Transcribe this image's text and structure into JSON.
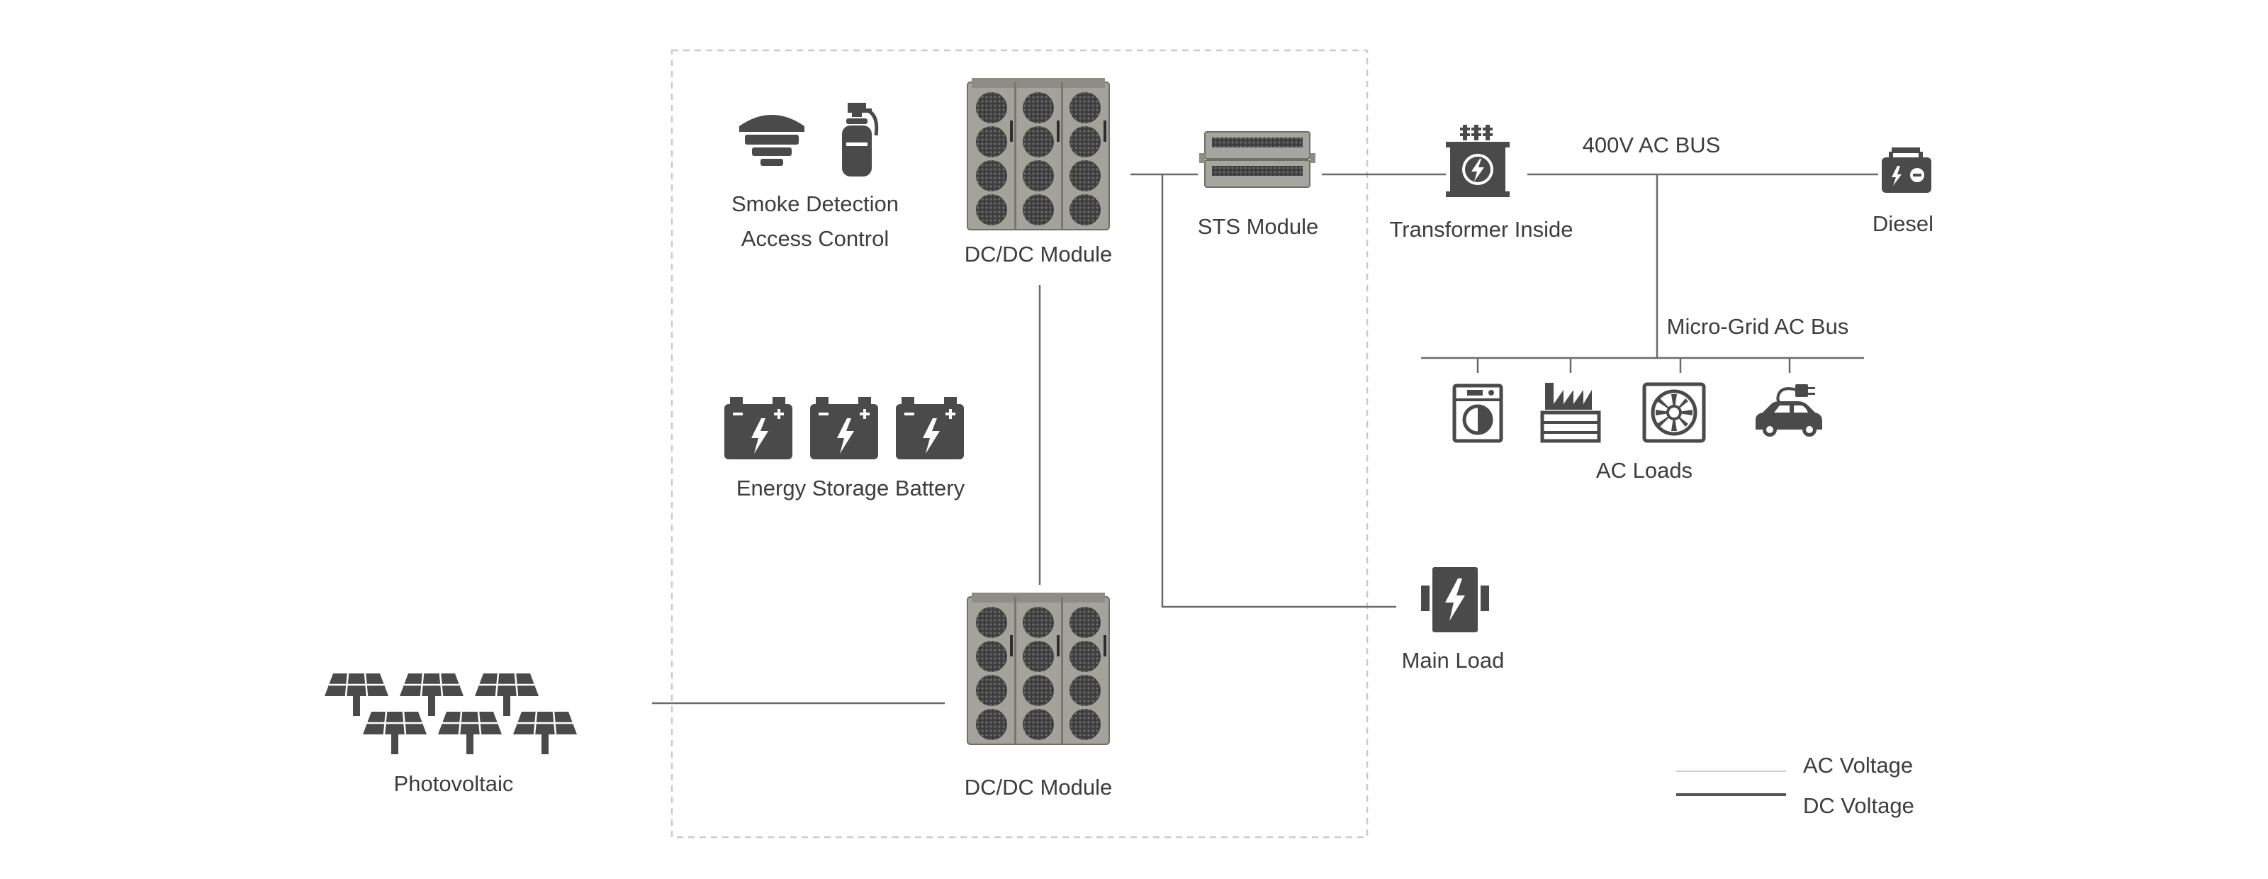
{
  "labels": {
    "smoke_detection": "Smoke Detection",
    "access_control": "Access Control",
    "dcdc_top": "DC/DC Module",
    "sts_module": "STS  Module",
    "transformer": "Transformer Inside",
    "ac_bus": "400V AC BUS",
    "diesel": "Diesel",
    "micro_grid": "Micro-Grid AC Bus",
    "ac_loads": "AC  Loads",
    "energy_storage": "Energy Storage Battery",
    "main_load": "Main Load",
    "dcdc_bottom": "DC/DC Module",
    "photovoltaic": "Photovoltaic"
  },
  "legend": {
    "ac": "AC Voltage",
    "dc": "DC Voltage"
  },
  "colors": {
    "icon": "#4a4a4a",
    "ac_line": "#cfcfcf",
    "dc_line": "#555555",
    "conn_line": "#6a6a6a",
    "boundary": "#cccccc",
    "module_body": "#9a9a92",
    "module_fan": "#3a3a3a"
  },
  "icons": {
    "smoke_detector": "smoke-detector-icon",
    "fire_extinguisher": "fire-extinguisher-icon",
    "battery": "battery-icon",
    "transformer": "transformer-icon",
    "diesel": "diesel-generator-icon",
    "washing_machine": "washing-machine-icon",
    "factory": "factory-icon",
    "fan": "fan-icon",
    "ev_car": "ev-car-icon",
    "main_load": "main-load-icon",
    "solar_panel": "solar-panel-icon"
  }
}
